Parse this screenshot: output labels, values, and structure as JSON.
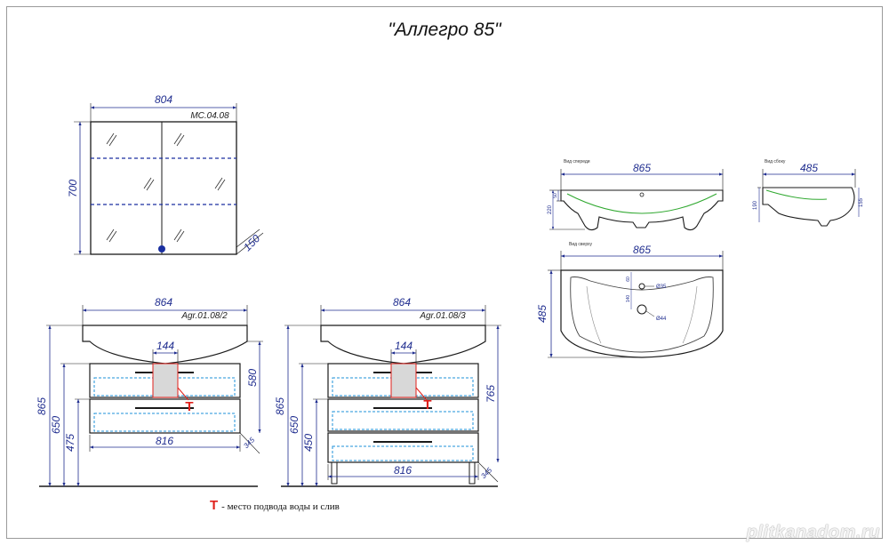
{
  "title": "\"Аллегро 85\"",
  "mirror": {
    "code": "MC.04.08",
    "width": "804",
    "height": "700",
    "depth": "150"
  },
  "cabinet_left": {
    "code": "Agr.01.08/2",
    "width_top": "864",
    "height_total": "865",
    "height_650": "650",
    "height_475": "475",
    "height_580": "580",
    "cutout": "144",
    "width_bottom": "816",
    "depth": "345"
  },
  "cabinet_right": {
    "code": "Agr.01.08/3",
    "width_top": "864",
    "height_total": "865",
    "height_650": "650",
    "height_450": "450",
    "height_765": "765",
    "cutout": "144",
    "width_bottom": "816",
    "depth": "345"
  },
  "sink_front": {
    "caption": "Вид спереди",
    "width": "865",
    "h_total": "220",
    "h_rim": "50"
  },
  "sink_side": {
    "caption": "Вид сбоку",
    "width": "485",
    "h_left": "190",
    "h_right": "155"
  },
  "sink_top": {
    "caption": "Вид сверху",
    "width": "865",
    "depth": "485",
    "hole_small": "Ø35",
    "hole_large": "Ø44",
    "dim_a": "60",
    "dim_b": "140"
  },
  "legend": {
    "symbol": "T",
    "text": "- место подвода воды и слив"
  },
  "watermark": "plitkanadom.ru",
  "colors": {
    "outline": "#1a1a1a",
    "dimension": "#1f2d8f",
    "drawer_dash": "#1e90d8",
    "mirror_dash": "#1a2fa0",
    "sink_inner": "#2fa82f",
    "cutout": "#e0211b",
    "cutout_fill": "#d8d8d8"
  }
}
